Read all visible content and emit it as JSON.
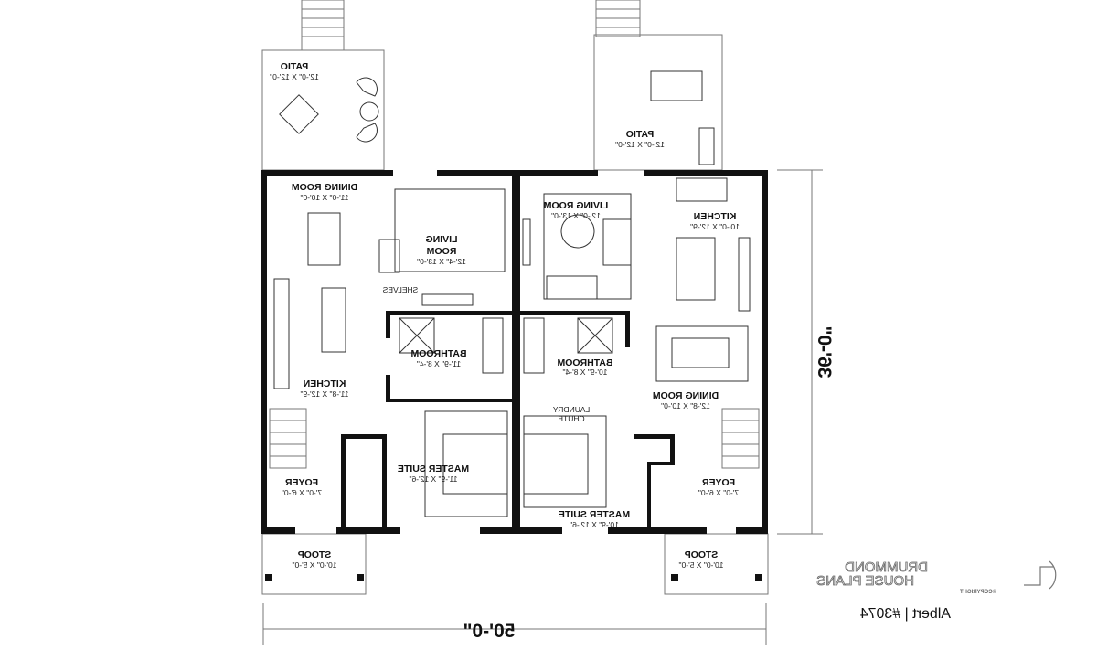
{
  "plan": {
    "left_unit": {
      "patio": {
        "name": "PATIO",
        "size": "12'-0\" X 12'-0\""
      },
      "dining": {
        "name": "DINING ROOM",
        "size": "11'-0\" X 10'-0\""
      },
      "living": {
        "name1": "LIVING",
        "name2": "ROOM",
        "size": "12'-4\" X 13'-0\""
      },
      "shelves": "SHELVES",
      "bathroom": {
        "name": "BATHROOM",
        "size": "11'-9\" X 8'-4\""
      },
      "kitchen": {
        "name": "KITCHEN",
        "size": "11'-8\" X 12'-9\""
      },
      "master": {
        "name": "MASTER SUITE",
        "size": "11'-9\" X 12'-6\""
      },
      "foyer": {
        "name": "FOYER",
        "size": "7'-0\" X 6'-0\""
      },
      "stoop": {
        "name": "STOOP",
        "size": "10'-0\" X 5'-0\""
      }
    },
    "right_unit": {
      "patio": {
        "name": "PATIO",
        "size": "12'-0\" X 12'-0\""
      },
      "living": {
        "name": "LIVING ROOM",
        "size": "12'-0\" X 13'-0\""
      },
      "kitchen": {
        "name": "KITCHEN",
        "size": "10'-0\" X 12'-9\""
      },
      "bathroom": {
        "name": "BATHROOM",
        "size": "10'-9\" X 8'-4\""
      },
      "dining": {
        "name": "DINING ROOM",
        "size": "12'-8\" X 10'-0\""
      },
      "laundry": {
        "line1": "LAUNDRY",
        "line2": "CHUTE"
      },
      "master": {
        "name": "MASTER SUITE",
        "size": "10'-9\" X 12'-6\""
      },
      "foyer": {
        "name": "FOYER",
        "size": "7'-0\" X 6'-0\""
      },
      "stoop": {
        "name": "STOOP",
        "size": "10'-0\" X 5'-0\""
      }
    },
    "width_dim": "50'-0\"",
    "depth_dim": "36'-0\""
  },
  "branding": {
    "line1": "DRUMMOND",
    "line2": "HOUSE PLANS",
    "copyright": "©COPYRIGHT",
    "plan_name": "Albert | #3074"
  }
}
